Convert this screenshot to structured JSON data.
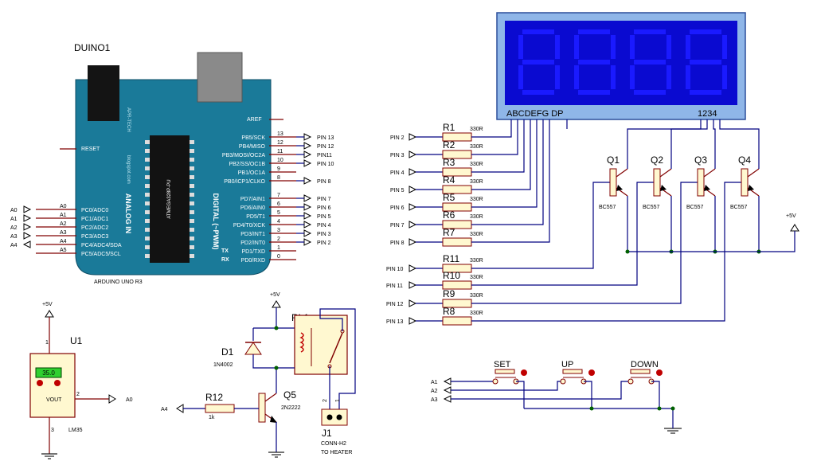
{
  "arduino": {
    "ref": "DUINO1",
    "name": "ARDUINO UNO R3",
    "side_text": "ANALOG IN",
    "digital_text": "DIGITAL (~PWM)",
    "chip_text": "ATMEGA328P-PU",
    "brand_text": "APR-TECH",
    "brand_url": "blogspot.com",
    "aref": "AREF",
    "reset": "RESET",
    "analog_pins": [
      {
        "label": "PC0/ADC0",
        "num": "A0",
        "net": "A0"
      },
      {
        "label": "PC1/ADC1",
        "num": "A1",
        "net": "A1"
      },
      {
        "label": "PC2/ADC2",
        "num": "A2",
        "net": "A2"
      },
      {
        "label": "PC3/ADC3",
        "num": "A3",
        "net": "A3"
      },
      {
        "label": "PC4/ADC4/SDA",
        "num": "A4",
        "net": "A4"
      },
      {
        "label": "PC5/ADC5/SCL",
        "num": "A5",
        "net": ""
      }
    ],
    "digital_pins": [
      {
        "label": "PB5/SCK",
        "num": "13",
        "net": "PIN 13"
      },
      {
        "label": "PB4/MISO",
        "num": "12",
        "net": "PIN 12"
      },
      {
        "label": "PB3/MOSI/OC2A",
        "num": "11",
        "net": "PIN11"
      },
      {
        "label": "PB2/SS/OC1B",
        "num": "10",
        "net": "PIN 10"
      },
      {
        "label": "PB1/OC1A",
        "num": "9",
        "net": ""
      },
      {
        "label": "PB0/ICP1/CLKO",
        "num": "8",
        "net": "PIN 8"
      },
      {
        "label": "PD7/AIN1",
        "num": "7",
        "net": "PIN 7"
      },
      {
        "label": "PD6/AIN0",
        "num": "6",
        "net": "PIN 6"
      },
      {
        "label": "PD5/T1",
        "num": "5",
        "net": "PIN 5"
      },
      {
        "label": "PD4/T0/XCK",
        "num": "4",
        "net": "PIN 4"
      },
      {
        "label": "PD3/INT1",
        "num": "3",
        "net": "PIN 3"
      },
      {
        "label": "PD2/INT0",
        "num": "2",
        "net": "PIN 2"
      },
      {
        "label": "PD1/TXD",
        "num": "1",
        "net": ""
      },
      {
        "label": "PD0/RXD",
        "num": "0",
        "net": ""
      }
    ],
    "tx": "TX",
    "rx": "RX"
  },
  "display": {
    "segments_label": "ABCDEFG  DP",
    "digits_label": "1234"
  },
  "resistors_seg": [
    {
      "name": "R1",
      "value": "330R",
      "pin": "PIN 2"
    },
    {
      "name": "R2",
      "value": "330R",
      "pin": "PIN 3"
    },
    {
      "name": "R3",
      "value": "330R",
      "pin": "PIN 4"
    },
    {
      "name": "R4",
      "value": "330R",
      "pin": "PIN 5"
    },
    {
      "name": "R5",
      "value": "330R",
      "pin": "PIN 6"
    },
    {
      "name": "R6",
      "value": "330R",
      "pin": "PIN 7"
    },
    {
      "name": "R7",
      "value": "330R",
      "pin": "PIN 8"
    }
  ],
  "resistors_dig": [
    {
      "name": "R11",
      "value": "330R",
      "pin": "PIN 10"
    },
    {
      "name": "R10",
      "value": "330R",
      "pin": "PIN 11"
    },
    {
      "name": "R9",
      "value": "330R",
      "pin": "PIN 12"
    },
    {
      "name": "R8",
      "value": "330R",
      "pin": "PIN 13"
    }
  ],
  "transistors": [
    {
      "name": "Q1",
      "type": "BC557"
    },
    {
      "name": "Q2",
      "type": "BC557"
    },
    {
      "name": "Q3",
      "type": "BC557"
    },
    {
      "name": "Q4",
      "type": "BC557"
    }
  ],
  "vcc": "+5V",
  "sensor": {
    "ref": "U1",
    "type": "LM35",
    "reading": "35.0",
    "out_label": "VOUT",
    "pin1": "1",
    "pin2": "2",
    "pin3": "3",
    "net": "A0"
  },
  "relay": {
    "ref": "RL1",
    "diode_ref": "D1",
    "diode_type": "1N4002",
    "transistor_ref": "Q5",
    "transistor_type": "2N2222",
    "resistor_ref": "R12",
    "resistor_value": "1k",
    "input_net": "A4",
    "conn_ref": "J1",
    "conn_type": "CONN-H2",
    "conn_note": "TO HEATER",
    "conn_pin2": "2",
    "conn_pin1": "1"
  },
  "buttons": {
    "nets": [
      "A1",
      "A2",
      "A3"
    ],
    "labels": [
      "SET",
      "UP",
      "DOWN"
    ]
  }
}
